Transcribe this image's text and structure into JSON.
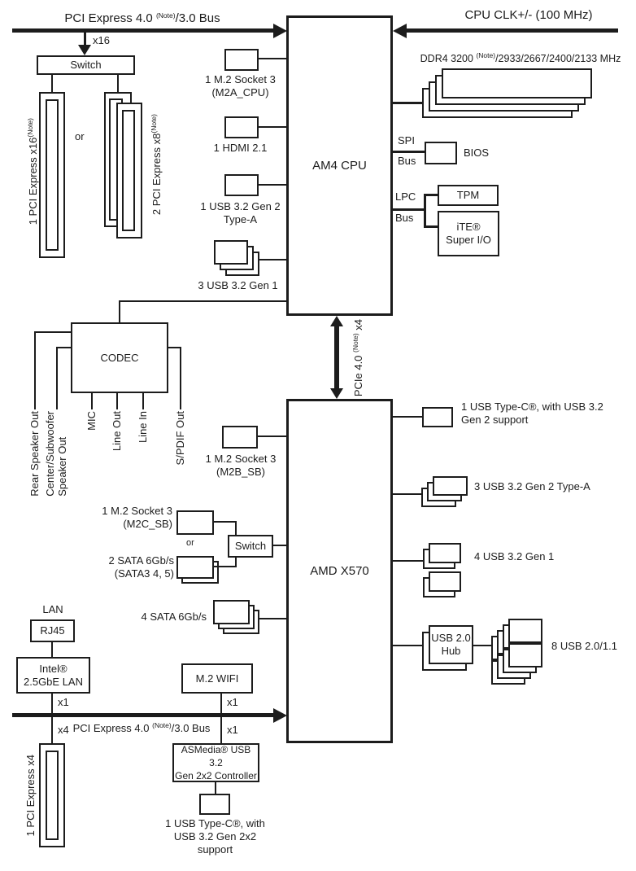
{
  "bus": {
    "pcie_top_prefix": "PCI Express 4.0 ",
    "pcie_top_note": "(Note)",
    "pcie_top_suffix": "/3.0 Bus",
    "cpu_clk": "CPU CLK+/- (100 MHz)",
    "x16": "x16",
    "link_prefix": "PCIe 4.0 ",
    "link_note": "(Note)",
    "link_suffix": " x4",
    "pcie_bottom_prefix": "PCI Express 4.0 ",
    "pcie_bottom_note": "(Note)",
    "pcie_bottom_suffix": "/3.0 Bus",
    "x1_lan": "x1",
    "x4_slot": "x4",
    "x1_wifi_top": "x1",
    "x1_wifi_bottom": "x1"
  },
  "chips": {
    "cpu": "AM4 CPU",
    "chipset": "AMD X570",
    "codec": "CODEC",
    "switch_top": "Switch",
    "switch_sb": "Switch"
  },
  "memory": {
    "prefix": "DDR4 3200 ",
    "note": "(Note)",
    "suffix": "/2933/2667/2400/2133 MHz"
  },
  "cpu_right": {
    "spi": "SPI",
    "spi_bus": "Bus",
    "bios": "BIOS",
    "lpc": "LPC",
    "lpc_bus": "Bus",
    "tpm": "TPM",
    "ite_line1": "iTE®",
    "ite_line2": "Super I/O"
  },
  "cpu_left": {
    "m2a_line1": "1 M.2 Socket 3",
    "m2a_line2": "(M2A_CPU)",
    "hdmi": "1 HDMI 2.1",
    "usb_gen2_line1": "1 USB 3.2 Gen 2",
    "usb_gen2_line2": "Type-A",
    "usb_gen1": "3 USB 3.2 Gen 1"
  },
  "slots": {
    "x16_text": "1 PCI Express x16",
    "x16_note": "(Note)",
    "x8_text": "2 PCI Express x8",
    "x8_note": "(Note)",
    "or_top": "or",
    "x4": "1 PCI Express x4"
  },
  "audio": {
    "rear": "Rear Speaker Out",
    "center_line1": "Center/Subwoofer",
    "center_line2": "Speaker Out",
    "mic": "MIC",
    "line_out": "Line Out",
    "line_in": "Line In",
    "spdif": "S/PDIF Out"
  },
  "sb_left": {
    "m2b_line1": "1 M.2 Socket 3",
    "m2b_line2": "(M2B_SB)",
    "m2c_line1": "1 M.2 Socket 3",
    "m2c_line2": "(M2C_SB)",
    "or": "or",
    "sata2_line1": "2 SATA 6Gb/s",
    "sata2_line2": "(SATA3 4, 5)",
    "sata4": "4 SATA 6Gb/s",
    "lan": "LAN",
    "rj45": "RJ45",
    "intel_line1": "Intel®",
    "intel_line2": "2.5GbE LAN",
    "wifi": "M.2 WIFI",
    "asmedia_line1": "ASMedia® USB 3.2",
    "asmedia_line2": "Gen 2x2 Controller",
    "typec22_line1": "1 USB Type-C®, with",
    "typec22_line2": "USB 3.2 Gen 2x2",
    "typec22_line3": "support"
  },
  "sb_right": {
    "typec_line1": "1 USB Type-C®, with USB 3.2",
    "typec_line2": "Gen 2 support",
    "usb_gen2": "3 USB 3.2 Gen 2 Type-A",
    "usb_gen1": "4 USB 3.2 Gen 1",
    "hub_line1": "USB 2.0",
    "hub_line2": "Hub",
    "usb2": "8 USB 2.0/1.1"
  },
  "colors": {
    "line": "#1c1c1c",
    "background": "#ffffff"
  }
}
